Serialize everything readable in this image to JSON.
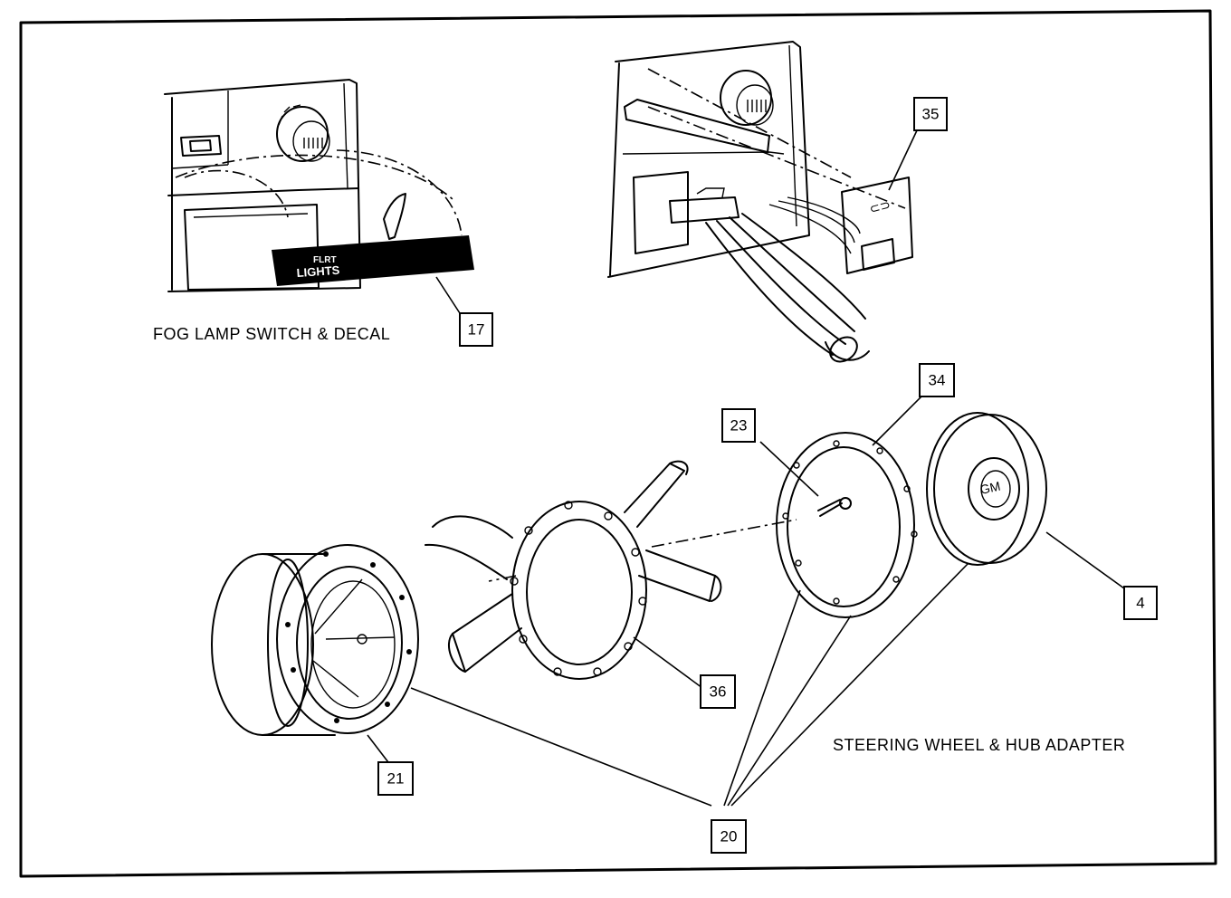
{
  "captions": {
    "fog_lamp": "FOG LAMP SWITCH & DECAL",
    "steering": "STEERING WHEEL & HUB ADAPTER"
  },
  "decal": {
    "line1": "FLRT",
    "line2": "LIGHTS"
  },
  "callouts": {
    "c17": "17",
    "c35": "35",
    "c34": "34",
    "c23": "23",
    "c4": "4",
    "c36": "36",
    "c21": "21",
    "c20": "20"
  }
}
